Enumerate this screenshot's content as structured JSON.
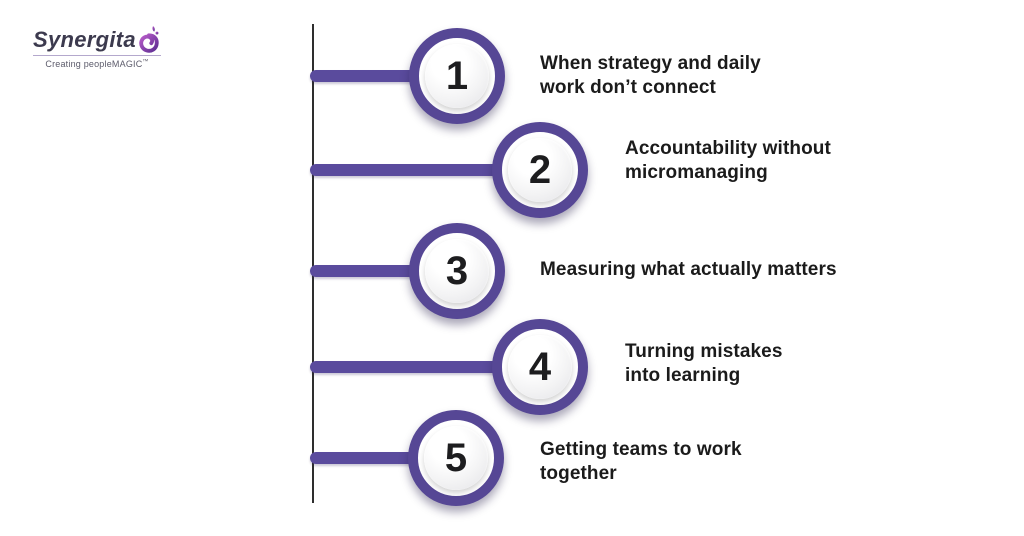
{
  "logo": {
    "brand": "Synergita",
    "tagline": "Creating peopleMAGIC",
    "tagline_mark": "™",
    "swirl_icon": "synergita-swirl-icon"
  },
  "colors": {
    "accent_purple": "#5a4b9d",
    "ring_purple": "#564795",
    "spine": "#2e2e2e",
    "label_text": "#1b1b1b",
    "brand_text": "#3c3a4e",
    "tagline_text": "#5c5b6b",
    "background": "#ffffff"
  },
  "items": [
    {
      "number": "1",
      "label": "When strategy and daily\nwork don’t connect"
    },
    {
      "number": "2",
      "label": "Accountability without\nmicromanaging"
    },
    {
      "number": "3",
      "label": "Measuring what actually matters"
    },
    {
      "number": "4",
      "label": "Turning mistakes\ninto learning"
    },
    {
      "number": "5",
      "label": "Getting teams to work\ntogether"
    }
  ]
}
